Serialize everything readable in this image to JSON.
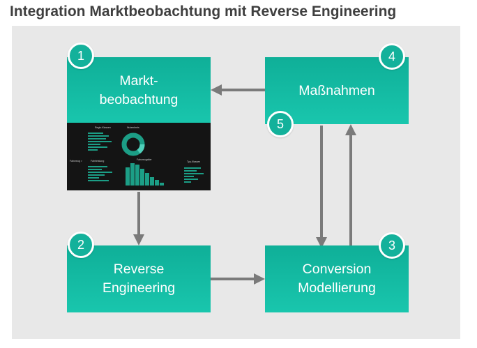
{
  "title": "Integration Marktbeobachtung mit Reverse Engineering",
  "colors": {
    "box": "#13b39c",
    "arrow": "#7a7a7a",
    "panel": "#e8e8e8",
    "title": "#3f3f3f"
  },
  "nodes": [
    {
      "id": "marktbeobachtung",
      "badge": "1",
      "line1": "Markt-",
      "line2": "beobachtung"
    },
    {
      "id": "reverse-engineering",
      "badge": "2",
      "line1": "Reverse",
      "line2": "Engineering"
    },
    {
      "id": "conversion-modellierung",
      "badge": "3",
      "line1": "Conversion",
      "line2": "Modellierung"
    },
    {
      "id": "massnahmen",
      "badge": "4",
      "line1": "Maßnahmen",
      "line2": ""
    },
    {
      "id": "massnahmen-extra",
      "badge": "5"
    }
  ],
  "edges": [
    {
      "from": "massnahmen",
      "to": "marktbeobachtung"
    },
    {
      "from": "marktbeobachtung",
      "to": "reverse-engineering"
    },
    {
      "from": "reverse-engineering",
      "to": "conversion-modellierung"
    },
    {
      "from": "massnahmen",
      "to": "conversion-modellierung"
    },
    {
      "from": "conversion-modellierung",
      "to": "massnahmen"
    }
  ],
  "dashboard_thumbnail": {
    "panel_titles": [
      "Regio-Klassen",
      "Nutzerkreis",
      "Fahrzeug >",
      "Fahrleistung",
      "Fahrzeugalter",
      "Typ-Klassen"
    ]
  }
}
